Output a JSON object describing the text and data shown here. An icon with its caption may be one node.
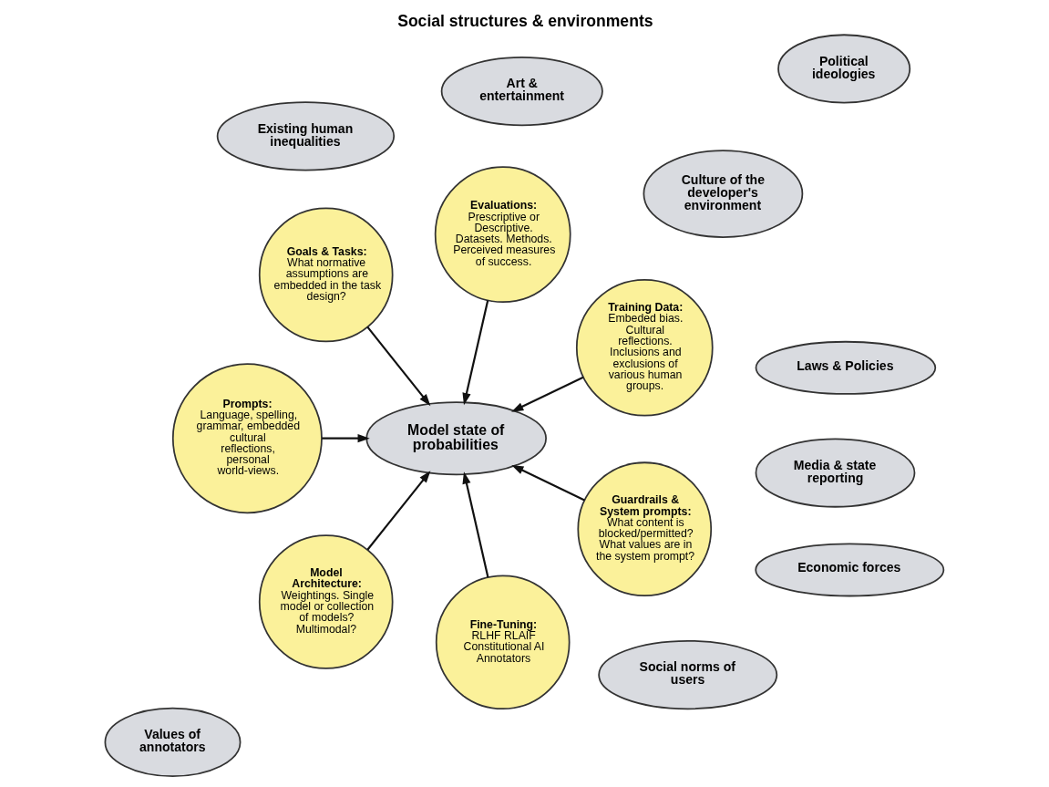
{
  "diagram": {
    "title": "Social structures & environments",
    "nodes": [
      {
        "text": [
          "Culture of the developer's environment"
        ]
      },
      {
        "text": [
          "Training Data:",
          "Embeded bias. Cultural reflections. Inclusions and exclusions of various human groups."
        ]
      },
      {
        "text": [
          "Economic forces"
        ]
      },
      {
        "text": [
          "Evaluations:",
          "Prescriptive or Descriptive. Datasets. Methods. Perceived measures of success."
        ]
      },
      {
        "text": [
          "Goals & Tasks:",
          "What normative assumptions are embedded in the task design?"
        ]
      },
      {
        "text": [
          "Media & state reporting"
        ]
      },
      {
        "text": [
          "Political ideologies"
        ]
      },
      {
        "text": [
          "Model state of probabilities"
        ]
      },
      {
        "text": [
          "Prompts:",
          "Language, spelling, grammar, embedded cultural reflections, personal world-views."
        ]
      },
      {
        "text": [
          "Model Architecture:",
          "Weightings. Single model or collection of models? Multimodal?"
        ]
      },
      {
        "text": [
          "Social norms of users"
        ]
      },
      {
        "text": [
          "Laws & Policies"
        ]
      },
      {
        "text": [
          "Fine-Tuning:",
          "RLHF RLAIF Constitutional AI Annotators"
        ]
      },
      {
        "text": [
          "Guardrails & System prompts:",
          "What content is blocked/permitted? What values are in the system prompt?"
        ]
      },
      {
        "text": [
          "Values of annotators"
        ]
      },
      {
        "text": [
          "Art & entertainment"
        ]
      },
      {
        "text": [
          "Existing human inequalities"
        ]
      }
    ],
    "edges": [
      {
        "from": 3,
        "to": 7,
        "arrow": "to"
      },
      {
        "from": 1,
        "to": 7,
        "arrow": "to"
      },
      {
        "from": 4,
        "to": 7,
        "arrow": "to"
      },
      {
        "from": 8,
        "to": 7,
        "arrow": "to"
      },
      {
        "from": 9,
        "to": 7,
        "arrow": "to"
      },
      {
        "from": 12,
        "to": 7,
        "arrow": "to"
      },
      {
        "from": 13,
        "to": 7,
        "arrow": "to"
      }
    ]
  }
}
